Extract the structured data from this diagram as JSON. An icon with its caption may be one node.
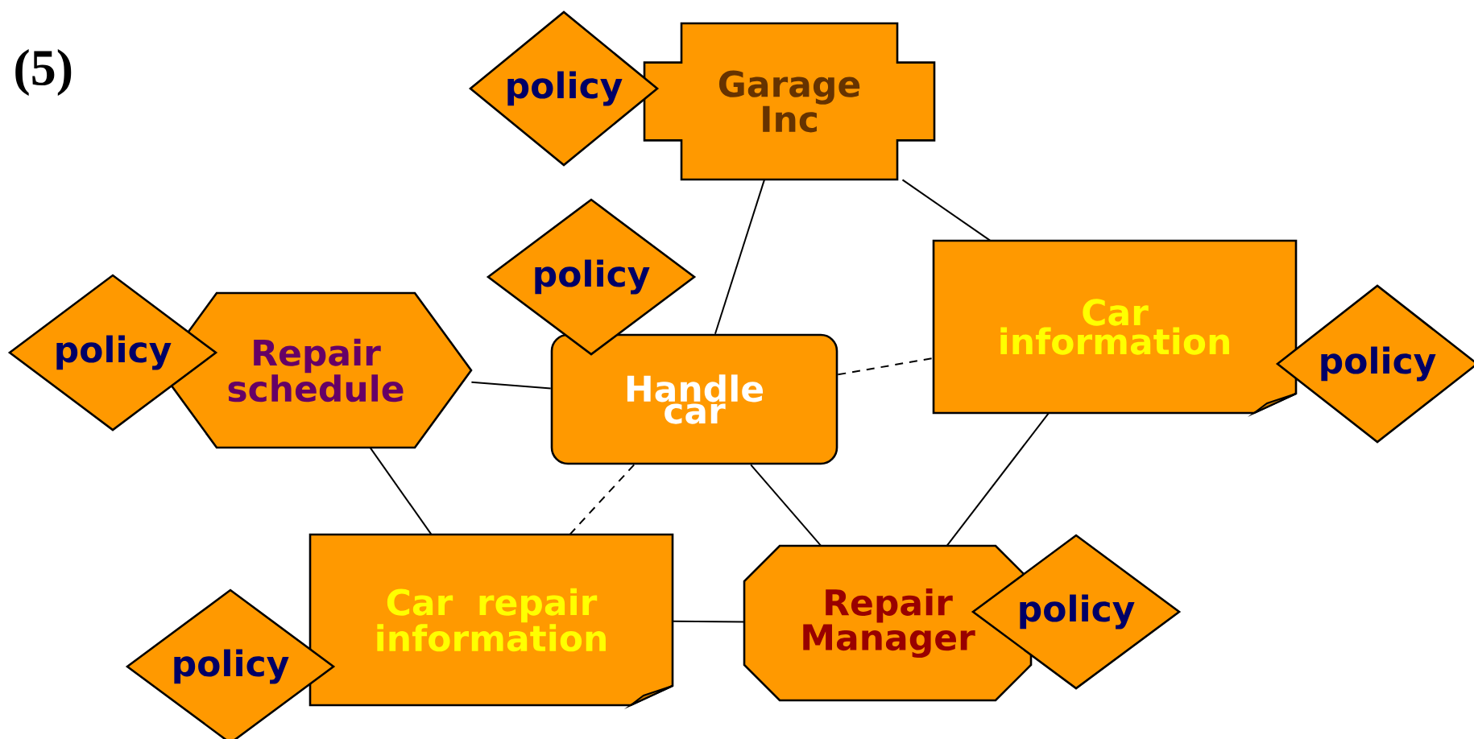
{
  "diagram": {
    "nodes": [
      {
        "text": [
          "policy"
        ]
      },
      {
        "text": [
          "Garage Inc"
        ]
      },
      {
        "text": [
          "policy"
        ]
      },
      {
        "text": [
          "Car information"
        ]
      },
      {
        "text": [
          "policy"
        ]
      },
      {
        "text": [
          "policy"
        ]
      },
      {
        "text": [
          "Repair schedule"
        ]
      },
      {
        "text": [
          "Handle car"
        ]
      },
      {
        "text": [
          "Car repair information"
        ]
      },
      {
        "text": [
          "policy"
        ]
      },
      {
        "text": [
          "Repair Manager"
        ]
      },
      {
        "text": [
          "policy"
        ]
      }
    ],
    "edges": [
      {
        "from": 1,
        "to": 7,
        "arrow": "none"
      },
      {
        "from": 1,
        "to": 3,
        "arrow": "none"
      },
      {
        "from": 7,
        "to": 3,
        "arrow": "none",
        "style": "dashed"
      },
      {
        "from": 6,
        "to": 7,
        "arrow": "none"
      },
      {
        "from": 6,
        "to": 8,
        "arrow": "none"
      },
      {
        "from": 7,
        "to": 8,
        "arrow": "none",
        "style": "dashed"
      },
      {
        "from": 7,
        "to": 10,
        "arrow": "none"
      },
      {
        "from": 3,
        "to": 10,
        "arrow": "none"
      },
      {
        "from": 8,
        "to": 10,
        "arrow": "none"
      }
    ],
    "labels": [
      "(5)"
    ]
  }
}
